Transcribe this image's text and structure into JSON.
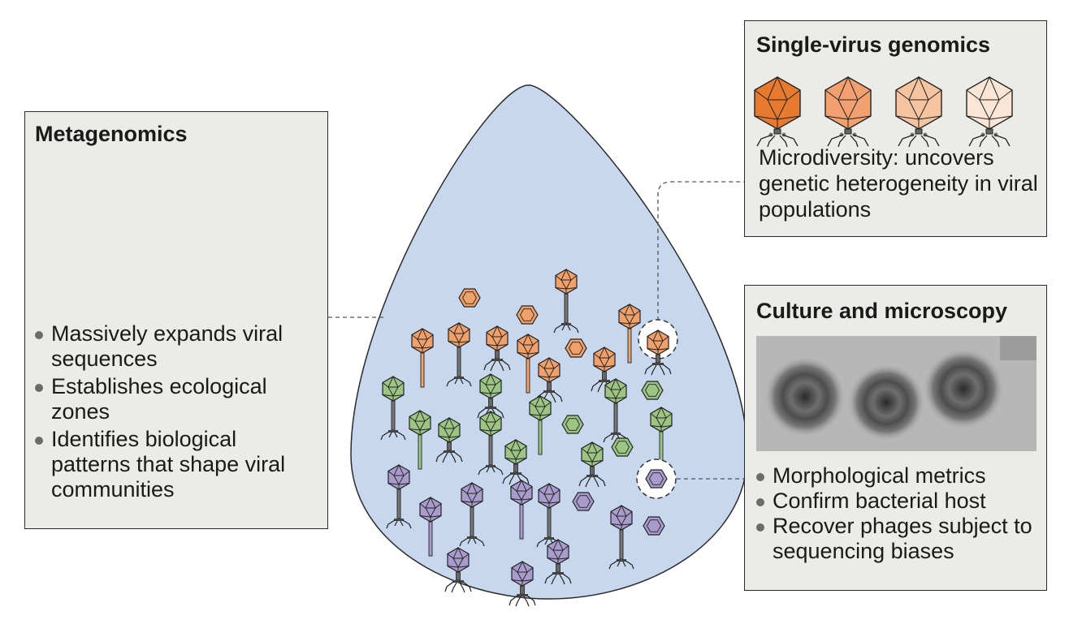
{
  "metagenomics": {
    "title": "Metagenomics",
    "bullets": [
      "Massively expands viral sequences",
      "Establishes ecological zones",
      "Identifies biological patterns that shape viral communities"
    ]
  },
  "single_virus": {
    "title": "Single-virus genomics",
    "text": "Microdiversity: uncovers genetic heterogeneity in viral populations"
  },
  "culture": {
    "title": "Culture and microscopy",
    "bullets": [
      "Morphological metrics",
      "Confirm bacterial host",
      "Recover phages subject to sequencing biases"
    ]
  },
  "colors": {
    "orange": "#f0a06a",
    "green": "#9cc584",
    "purple": "#a99ccd",
    "drop": "#c6d7ee",
    "panel": "#ebebe7"
  }
}
